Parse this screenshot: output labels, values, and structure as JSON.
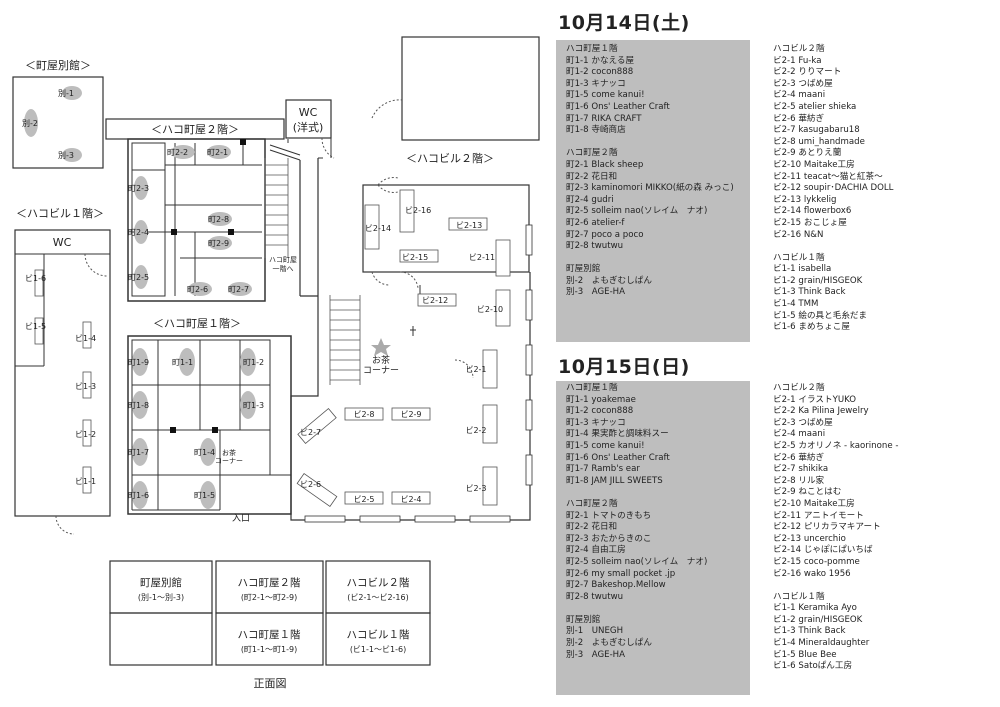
{
  "map": {
    "areas": {
      "machiya_bekkan": "＜町屋別館＞",
      "hakomachiya_2f": "＜ハコ町屋２階＞",
      "hakomachiya_1f": "＜ハコ町屋１階＞",
      "hakobiru_2f": "＜ハコビル２階＞",
      "hakobiru_1f": "＜ハコビル１階＞"
    },
    "wc_label": "WC",
    "wc_western": "WC\n(洋式)",
    "ocha_corner": "お茶\nコーナー",
    "ocha_corner_small": "お茶\nコーナー",
    "stair_note": "ハコ町屋\n一階へ",
    "entrance": "入口",
    "booths": {
      "betsu": [
        "別-1",
        "別-2",
        "別-3"
      ],
      "machi2": [
        "町2-1",
        "町2-2",
        "町2-3",
        "町2-4",
        "町2-5",
        "町2-6",
        "町2-7",
        "町2-8",
        "町2-9"
      ],
      "machi1": [
        "町1-1",
        "町1-2",
        "町1-3",
        "町1-4",
        "町1-5",
        "町1-6",
        "町1-7",
        "町1-8",
        "町1-9"
      ],
      "biru2": [
        "ビ2-1",
        "ビ2-2",
        "ビ2-3",
        "ビ2-4",
        "ビ2-5",
        "ビ2-6",
        "ビ2-7",
        "ビ2-8",
        "ビ2-9",
        "ビ2-10",
        "ビ2-11",
        "ビ2-12",
        "ビ2-13",
        "ビ2-14",
        "ビ2-15",
        "ビ2-16"
      ],
      "biru1": [
        "ビ1-1",
        "ビ1-2",
        "ビ1-3",
        "ビ1-4",
        "ビ1-5",
        "ビ1-6"
      ]
    },
    "legend": {
      "cells": [
        {
          "title": "町屋別館",
          "range": "(別-1～別-3)"
        },
        {
          "title": "ハコ町屋２階",
          "range": "(町2-1～町2-9)"
        },
        {
          "title": "ハコビル２階",
          "range": "(ビ2-1～ビ2-16)"
        },
        {
          "title": "",
          "range": ""
        },
        {
          "title": "ハコ町屋１階",
          "range": "(町1-1～町1-9)"
        },
        {
          "title": "ハコビル１階",
          "range": "(ビ1-1～ビ1-6)"
        }
      ],
      "caption": "正面図"
    }
  },
  "day1": {
    "title": "10月14日(土)",
    "left": [
      {
        "header": "ハコ町屋１階",
        "items": [
          "町1-1 かなえる屋",
          "町1-2 cocon888",
          "町1-3 キナッコ",
          "町1-5 come kanui!",
          "町1-6 Ons' Leather Craft",
          "町1-7 RIKA CRAFT",
          "町1-8 寺崎商店"
        ]
      },
      {
        "header": "ハコ町屋２階",
        "items": [
          "町2-1 Black sheep",
          "町2-2 花日和",
          "町2-3 kaminomori MIKKO(紙の森 みっこ)",
          "町2-4 gudri",
          "町2-5 solleim nao(ソレイム　ナオ)",
          "町2-6 atelier-f",
          "町2-7 poco a poco",
          "町2-8 twutwu"
        ]
      },
      {
        "header": "町屋別館",
        "items": [
          "別-2　よもぎむしぱん",
          "別-3　AGE-HA"
        ]
      }
    ],
    "right": [
      {
        "header": "ハコビル２階",
        "items": [
          "ビ2-1 Fu-ka",
          "ビ2-2 りりマート",
          "ビ2-3 つばめ屋",
          "ビ2-4 maani",
          "ビ2-5 atelier shieka",
          "ビ2-6 華紡ぎ",
          "ビ2-7 kasugabaru18",
          "ビ2-8 umi_handmade",
          "ビ2-9 あとりえ蘭",
          "ビ2-10 Maitake工房",
          "ビ2-11 teacat～猫と紅茶～",
          "ビ2-12 soupir･DACHIA DOLL",
          "ビ2-13 lykkelig",
          "ビ2-14 flowerbox6",
          "ビ2-15 おこじょ屋",
          "ビ2-16 N&N"
        ]
      },
      {
        "header": "ハコビル１階",
        "items": [
          "ビ1-1 isabella",
          "ビ1-2 grain/HISGEOK",
          "ビ1-3 Think Back",
          "ビ1-4 TMM",
          "ビ1-5 絵の具と毛糸だま",
          "ビ1-6 まめちょこ屋"
        ]
      }
    ]
  },
  "day2": {
    "title": "10月15日(日)",
    "left": [
      {
        "header": "ハコ町屋１階",
        "items": [
          "町1-1 yoakemae",
          "町1-2 cocon888",
          "町1-3 キナッコ",
          "町1-4 果実酢と調味料スー",
          "町1-5 come kanui!",
          "町1-6 Ons' Leather Craft",
          "町1-7 Ramb's ear",
          "町1-8 JAM JILL SWEETS"
        ]
      },
      {
        "header": "ハコ町屋２階",
        "items": [
          "町2-1 トマトのきもち",
          "町2-2 花日和",
          "町2-3 おたからきのこ",
          "町2-4 自由工房",
          "町2-5 solleim nao(ソレイム　ナオ)",
          "町2-6 my small pocket .jp",
          "町2-7 Bakeshop.Mellow",
          "町2-8 twutwu"
        ]
      },
      {
        "header": "町屋別館",
        "items": [
          "別-1　UNEGH",
          "別-2　よもぎむしぱん",
          "別-3　AGE-HA"
        ]
      }
    ],
    "right": [
      {
        "header": "ハコビル２階",
        "items": [
          "ビ2-1 イラストYUKO",
          "ビ2-2 Ka Pilina Jewelry",
          "ビ2-3 つばめ屋",
          "ビ2-4 maani",
          "ビ2-5 カオリノネ - kaorinone -",
          "ビ2-6 華紡ぎ",
          "ビ2-7 shikika",
          "ビ2-8 リル家",
          "ビ2-9 ねことはむ",
          "ビ2-10 Maitake工房",
          "ビ2-11 アニトイモート",
          "ビ2-12 ピリカラマキアート",
          "ビ2-13 uncerchio",
          "ビ2-14 じゃぽにぱいちば",
          "ビ2-15 coco-pomme",
          "ビ2-16 wako 1956"
        ]
      },
      {
        "header": "ハコビル１階",
        "items": [
          "ビ1-1 Keramika Ayo",
          "ビ1-2 grain/HISGEOK",
          "ビ1-3 Think Back",
          "ビ1-4 Mineraldaughter",
          "ビ1-5 Blue Bee",
          "ビ1-6 Satoぱん工房"
        ]
      }
    ]
  }
}
